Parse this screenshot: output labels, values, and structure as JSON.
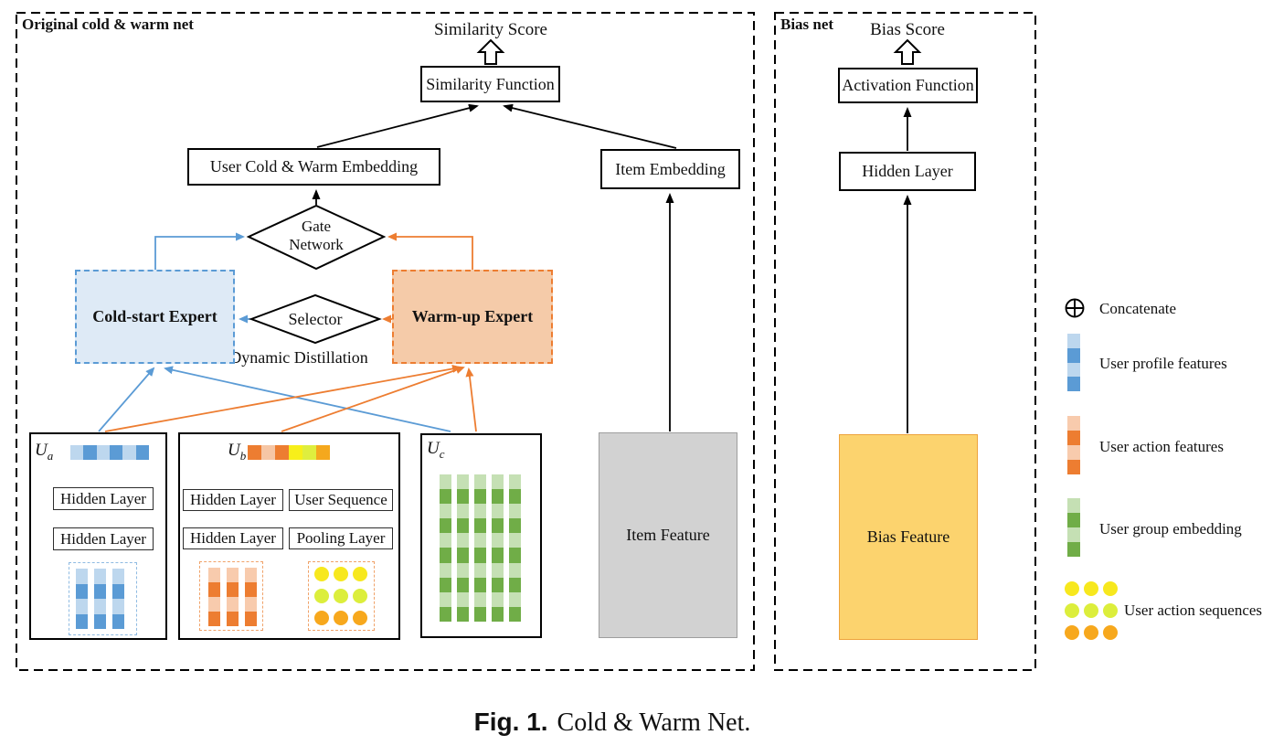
{
  "figure": {
    "caption_prefix": "Fig. 1.",
    "caption_text": "Cold & Warm Net."
  },
  "panels": {
    "main_label": "Original cold & warm net",
    "bias_label": "Bias net"
  },
  "main": {
    "similarity_score": "Similarity Score",
    "similarity_function": "Similarity Function",
    "user_cold_warm_embedding": "User Cold & Warm Embedding",
    "item_embedding": "Item Embedding",
    "gate_network": {
      "line1": "Gate",
      "line2": "Network"
    },
    "selector": "Selector",
    "dynamic_distillation": "Dynamic Distillation",
    "cold_start_expert": "Cold-start Expert",
    "warm_up_expert": "Warm-up Expert",
    "item_feature": "Item Feature",
    "ua": {
      "base": "U",
      "sub": "a",
      "hidden_layer_1": "Hidden Layer",
      "hidden_layer_2": "Hidden Layer"
    },
    "ub": {
      "base": "U",
      "sub": "b",
      "hidden_layer_top": "Hidden Layer",
      "user_sequence": "User Sequence",
      "hidden_layer_bottom": "Hidden Layer",
      "pooling_layer": "Pooling Layer"
    },
    "uc": {
      "base": "U",
      "sub": "c"
    }
  },
  "bias": {
    "bias_score": "Bias Score",
    "activation_function": "Activation Function",
    "hidden_layer": "Hidden Layer",
    "bias_feature": "Bias Feature"
  },
  "legend": {
    "concatenate": "Concatenate",
    "user_profile_features": "User profile features",
    "user_action_features": "User action features",
    "user_group_embedding": "User group embedding",
    "user_action_sequences": "User action sequences"
  },
  "colors": {
    "blue": "#5B9BD5",
    "blue_light": "#BDD7EE",
    "cold_expert_fill": "#DEEAF6",
    "orange": "#ED7D31",
    "orange_light": "#F8CBAD",
    "warm_expert_fill": "#F5CBA9",
    "green": "#70AD47",
    "green_light": "#C5E0B4",
    "yellow": "#F7E81E",
    "yellow_green": "#DCEE3C",
    "amber": "#F7A81D",
    "item_feature_fill": "#D2D2D2",
    "bias_feature_fill": "#FCD36E",
    "bias_feature_border": "#EDA33C"
  },
  "stripes": {
    "ua_bar": [
      "#BDD7EE",
      "#5B9BD5",
      "#BDD7EE",
      "#5B9BD5",
      "#BDD7EE",
      "#5B9BD5"
    ],
    "ub_bar": [
      "#ED7D31",
      "#F6C6A5",
      "#ED7D31",
      "#F7EF1A",
      "#DFEE3E",
      "#F5A81D"
    ],
    "profile_column": [
      "#BDD7EE",
      "#5B9BD5",
      "#BDD7EE",
      "#5B9BD5"
    ],
    "action_column": [
      "#F8CBAD",
      "#ED7D31",
      "#F8CBAD",
      "#ED7D31"
    ],
    "group_column": [
      "#C5E0B4",
      "#70AD47",
      "#C5E0B4",
      "#70AD47"
    ],
    "uc_column": [
      "#C5E0B4",
      "#70AD47",
      "#C5E0B4",
      "#70AD47",
      "#C5E0B4",
      "#70AD47",
      "#C5E0B4",
      "#70AD47",
      "#C5E0B4",
      "#70AD47"
    ]
  },
  "circle_rows": {
    "per_row": 3,
    "rows": [
      "#F7E81E",
      "#DCEE3C",
      "#F7A81D"
    ]
  }
}
